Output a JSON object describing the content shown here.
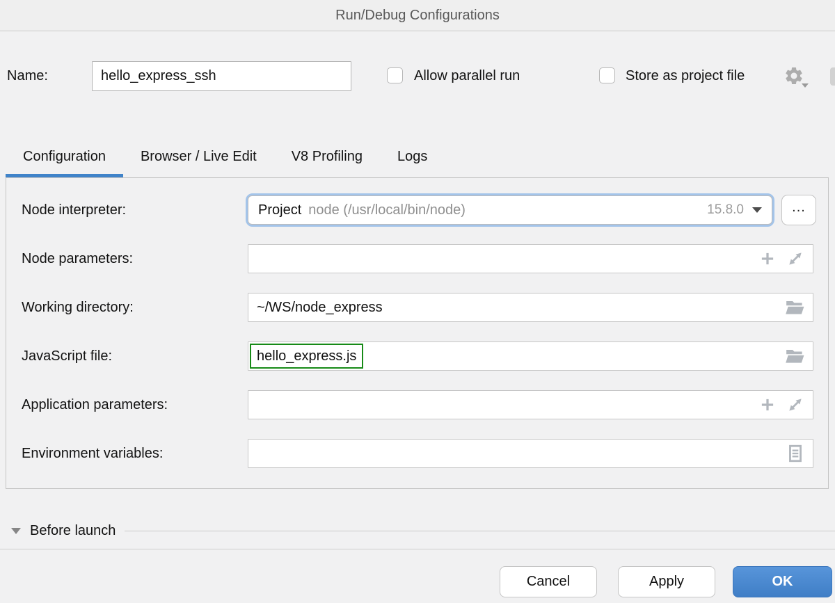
{
  "window": {
    "title": "Run/Debug Configurations"
  },
  "header": {
    "name_label": "Name:",
    "name_value": "hello_express_ssh",
    "allow_parallel_run_label": "Allow parallel run",
    "allow_parallel_run_checked": false,
    "store_as_project_file_label": "Store as project file",
    "store_as_project_file_checked": false
  },
  "tabs": [
    {
      "label": "Configuration",
      "active": true
    },
    {
      "label": "Browser / Live Edit",
      "active": false
    },
    {
      "label": "V8 Profiling",
      "active": false
    },
    {
      "label": "Logs",
      "active": false
    }
  ],
  "form": {
    "node_interpreter": {
      "label": "Node interpreter:",
      "mode": "Project",
      "path_text": "node (/usr/local/bin/node)",
      "version": "15.8.0",
      "browse": "..."
    },
    "node_parameters": {
      "label": "Node parameters:",
      "value": ""
    },
    "working_directory": {
      "label": "Working directory:",
      "value": "~/WS/node_express"
    },
    "javascript_file": {
      "label": "JavaScript file:",
      "value": "hello_express.js"
    },
    "application_parameters": {
      "label": "Application parameters:",
      "value": ""
    },
    "environment_variables": {
      "label": "Environment variables:",
      "value": ""
    }
  },
  "before_launch": {
    "label": "Before launch",
    "expanded": true
  },
  "buttons": {
    "cancel": "Cancel",
    "apply": "Apply",
    "ok": "OK"
  },
  "colors": {
    "accent_blue": "#4083C9",
    "ok_button_blue": "#4584CB",
    "focus_ring_blue": "#A3C4EA",
    "highlight_green": "#178A17",
    "background_gray": "#F1F1F2"
  },
  "icons": {
    "settings": "gear-icon",
    "combobox_arrow": "chevron-down-icon",
    "macros": "plus-icon",
    "expand_field": "expand-icon",
    "browse_folder": "folder-icon",
    "environment_list": "list-icon",
    "before_launch_toggle": "triangle-down-icon"
  }
}
